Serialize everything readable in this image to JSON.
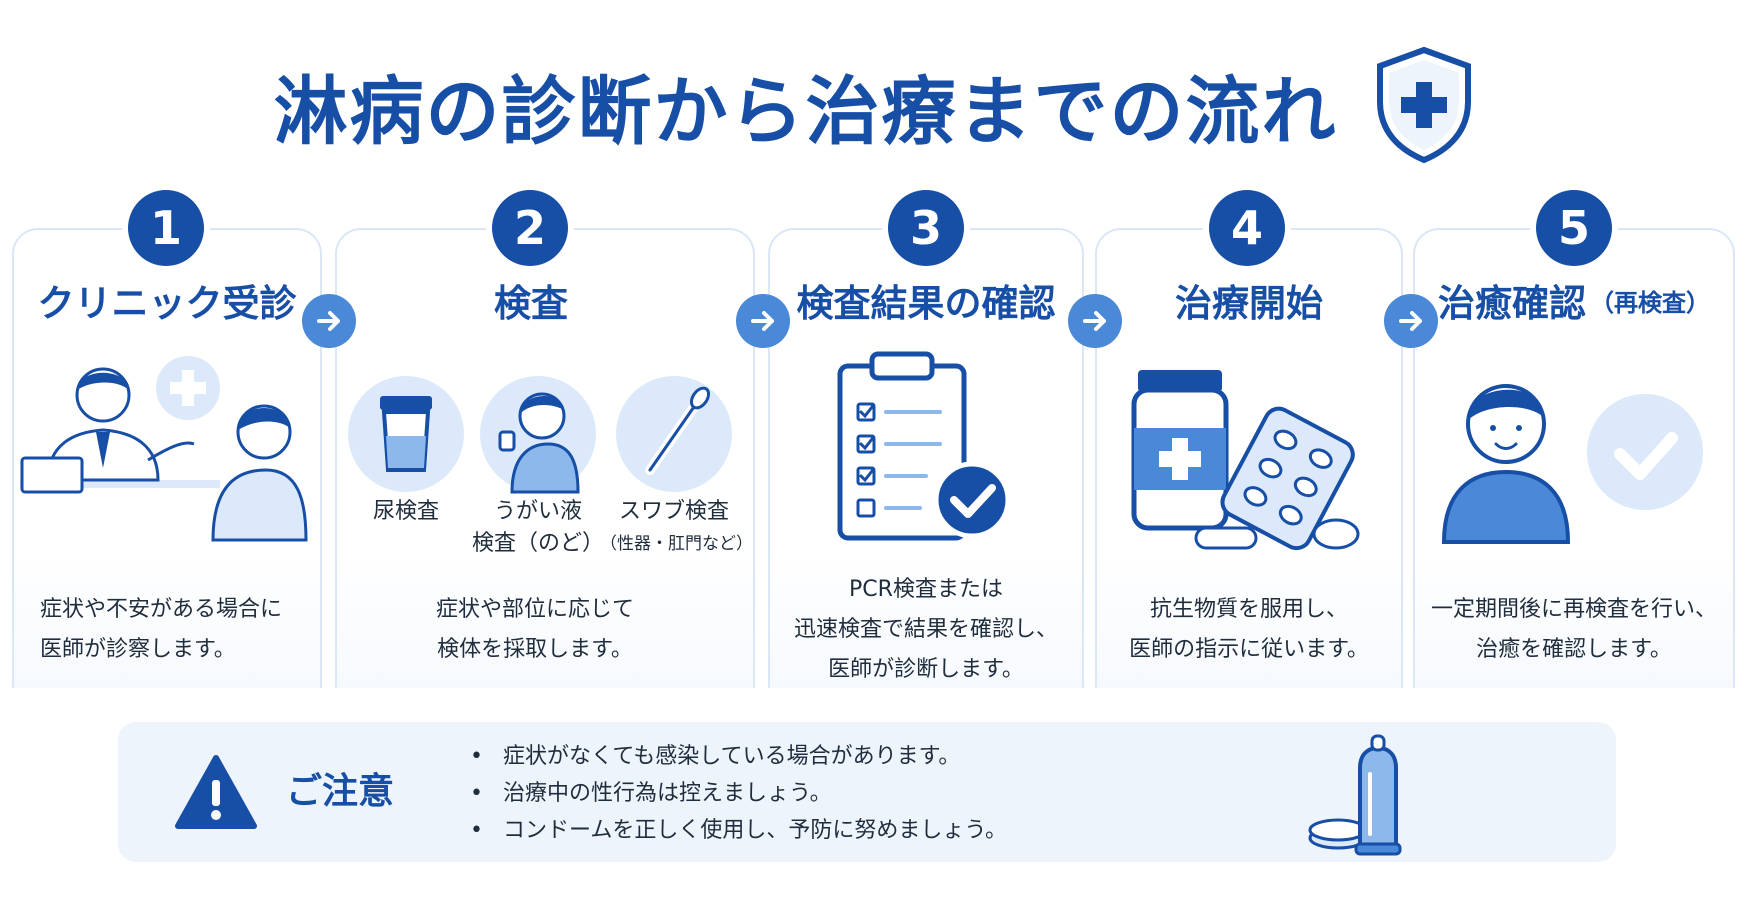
{
  "title": "淋病の診断から治療までの流れ",
  "colors": {
    "primary": "#174ea6",
    "accent": "#4a88d8",
    "light": "#dce9fa",
    "panel": "#eef4fc"
  },
  "steps": [
    {
      "num": "1",
      "title": "クリニック受診",
      "desc": [
        "症状や不安がある場合に",
        "医師が診察します。"
      ],
      "icon": "doctor-patient-icon"
    },
    {
      "num": "2",
      "title": "検査",
      "desc": [
        "症状や部位に応じて",
        "検体を採取します。"
      ],
      "tests": [
        {
          "label": "尿検査",
          "sub": "",
          "icon": "urine-cup-icon"
        },
        {
          "label": "うがい液",
          "sub": "検査（のど）",
          "icon": "gargle-icon"
        },
        {
          "label": "スワブ検査",
          "sub": "（性器・肛門など）",
          "icon": "swab-icon"
        }
      ]
    },
    {
      "num": "3",
      "title": "検査結果の確認",
      "desc": [
        "PCR検査または",
        "迅速検査で結果を確認し、",
        "医師が診断します。"
      ],
      "icon": "clipboard-check-icon"
    },
    {
      "num": "4",
      "title": "治療開始",
      "desc": [
        "抗生物質を服用し、",
        "医師の指示に従います。"
      ],
      "icon": "medicine-icon"
    },
    {
      "num": "5",
      "title": "治癒確認",
      "title_sub": "（再検査）",
      "desc": [
        "一定期間後に再検査を行い、",
        "治癒を確認します。"
      ],
      "icon": "healthy-person-icon"
    }
  ],
  "notice": {
    "title": "ご注意",
    "items": [
      "症状がなくても感染している場合があります。",
      "治療中の性行為は控えましょう。",
      "コンドームを正しく使用し、予防に努めましょう。"
    ],
    "icons": [
      "warning-icon",
      "condom-icon"
    ]
  }
}
